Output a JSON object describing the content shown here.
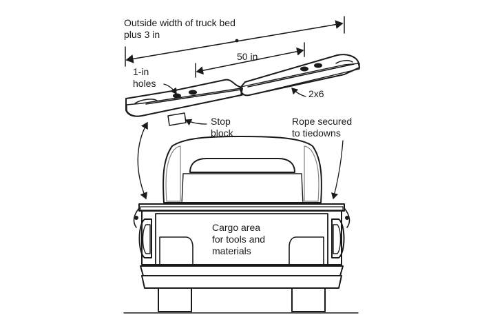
{
  "labels": {
    "outside_width_line1": "Outside width of truck bed",
    "outside_width_line2": "plus 3 in",
    "dimension_50": "50 in",
    "holes_line1": "1-in",
    "holes_line2": "holes",
    "lumber": "2x6",
    "stop_block_line1": "Stop",
    "stop_block_line2": "block",
    "rope_line1": "Rope secured",
    "rope_line2": "to tiedowns",
    "cargo_line1": "Cargo area",
    "cargo_line2": "for tools and",
    "cargo_line3": "materials"
  },
  "colors": {
    "ink": "#1a1a1a",
    "paper": "#ffffff",
    "shade": "#555555"
  }
}
